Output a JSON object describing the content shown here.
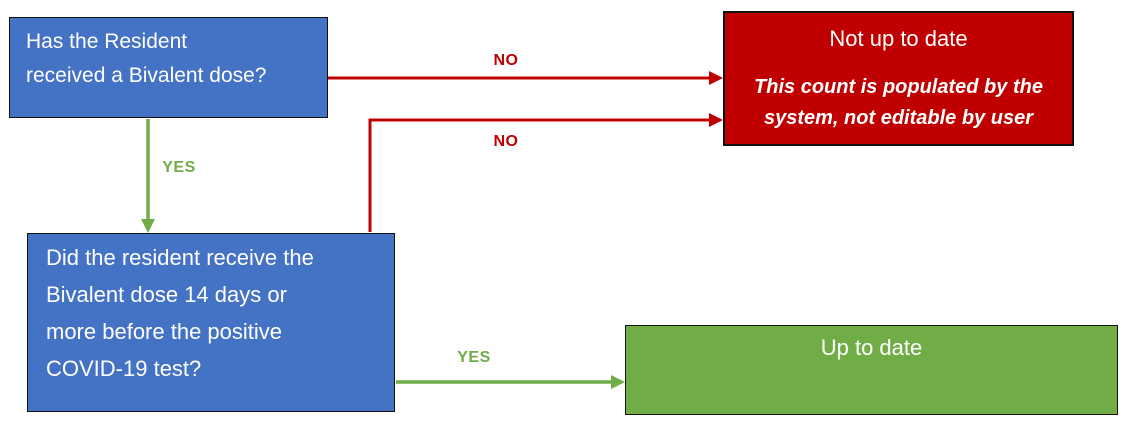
{
  "colors": {
    "question_box_fill": "#4472C4",
    "negative_fill": "#C00000",
    "positive_fill": "#70AD47",
    "box_text": "#FFFFFF",
    "border": "#111111"
  },
  "nodes": {
    "question1": {
      "lines": [
        "Has the Resident",
        "received a Bivalent dose?"
      ]
    },
    "question2": {
      "lines": [
        "Did the resident receive the",
        "Bivalent dose 14 days or",
        "more before the positive",
        "COVID-19 test?"
      ]
    },
    "not_up_to_date": {
      "title": "Not up to date",
      "note_lines": [
        "This count is populated by the",
        "system, not editable by user"
      ]
    },
    "up_to_date": {
      "title": "Up to date"
    }
  },
  "edges": {
    "no_top": {
      "label": "NO"
    },
    "no_bottom": {
      "label": "NO"
    },
    "yes_down": {
      "label": "YES"
    },
    "yes_right": {
      "label": "YES"
    }
  }
}
